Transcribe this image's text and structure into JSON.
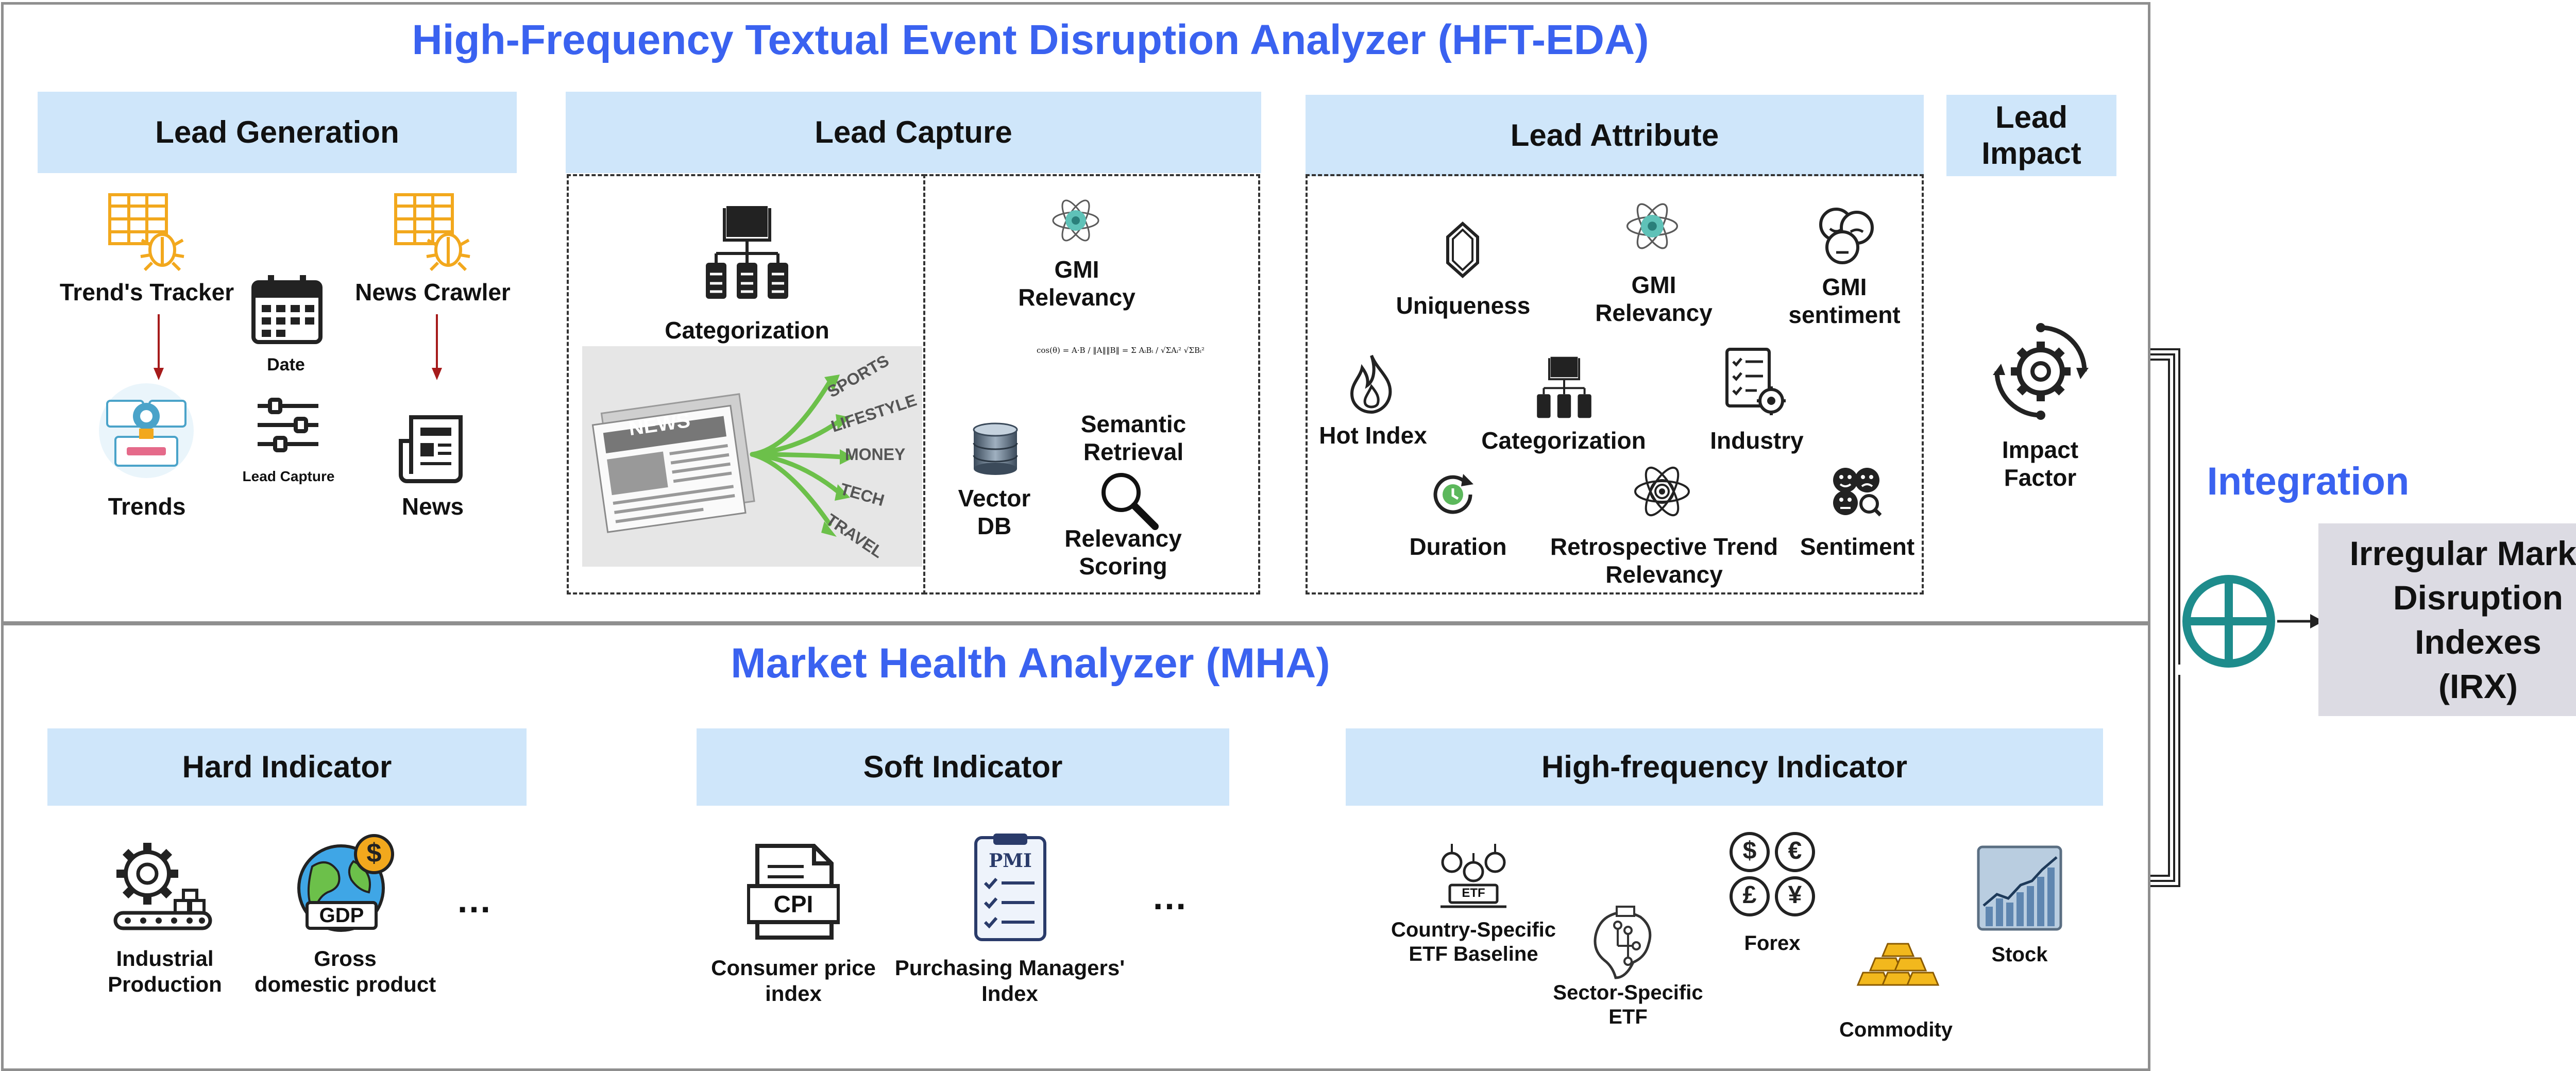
{
  "hft_eda": {
    "title": "High-Frequency Textual Event Disruption Analyzer (HFT-EDA)",
    "lead_generation": {
      "header": "Lead Generation",
      "trends_tracker": "Trend's Tracker",
      "news_crawler": "News Crawler",
      "date": "Date",
      "lead_capture_small": "Lead Capture",
      "trends": "Trends",
      "news": "News"
    },
    "lead_capture": {
      "header": "Lead Capture",
      "categorization": "Categorization",
      "newspaper_label": "NEWS",
      "categories": [
        "SPORTS",
        "LIFESTYLE",
        "MONEY",
        "TECH",
        "TRAVEL"
      ],
      "gmi_relevancy": "GMI\nRelevancy",
      "cosine_formula": "cos(θ) = A·B / ‖A‖‖B‖ = Σ AᵢBᵢ / √ΣAᵢ² √ΣBᵢ²",
      "semantic_retrieval": "Semantic\nRetrieval",
      "vector_db": "Vector\nDB",
      "relevancy_scoring": "Relevancy\nScoring"
    },
    "lead_attribute": {
      "header": "Lead Attribute",
      "uniqueness": "Uniqueness",
      "gmi_relevancy": "GMI\nRelevancy",
      "gmi_sentiment": "GMI\nsentiment",
      "hot_index": "Hot Index",
      "categorization": "Categorization",
      "industry": "Industry",
      "duration": "Duration",
      "retrospective": "Retrospective Trend\nRelevancy",
      "sentiment": "Sentiment"
    },
    "lead_impact": {
      "header": "Lead\nImpact",
      "impact_factor": "Impact\nFactor"
    }
  },
  "mha": {
    "title": "Market Health Analyzer (MHA)",
    "hard": {
      "header": "Hard Indicator",
      "industrial": "Industrial\nProduction",
      "gdp_text": "GDP",
      "gdp_label": "Gross\ndomestic product",
      "ellipsis": "…"
    },
    "soft": {
      "header": "Soft Indicator",
      "cpi_text": "CPI",
      "cpi_label": "Consumer price\nindex",
      "pmi_text": "PMI",
      "pmi_label": "Purchasing Managers'\nIndex",
      "ellipsis": "…"
    },
    "high_freq": {
      "header": "High-frequency Indicator",
      "etf_text": "ETF",
      "country_etf": "Country-Specific\nETF Baseline",
      "sector_etf": "Sector-Specific\nETF",
      "forex": "Forex",
      "commodity": "Commodity",
      "stock": "Stock",
      "currency_symbols": [
        "$",
        "€",
        "£",
        "¥"
      ]
    }
  },
  "integration": {
    "label": "Integration",
    "output": "Irregular Market\nDisruption\nIndexes\n(IRX)"
  },
  "colors": {
    "title_blue": "#3a62f0",
    "header_fill": "#cfe6fa",
    "output_fill": "#dcdbe3",
    "teal": "#1e8c8c",
    "orange": "#f2a81d",
    "arrow_red": "#a61b1b",
    "arrow_green": "#6cc04a"
  }
}
